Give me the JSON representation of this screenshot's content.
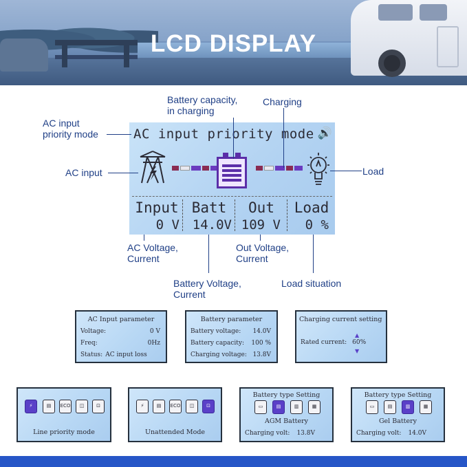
{
  "banner": {
    "title": "LCD DISPLAY"
  },
  "main_lcd": {
    "header": "AC input priority mode",
    "columns": [
      {
        "label": "Input",
        "value": "0 V"
      },
      {
        "label": "Batt",
        "value": "14.0V"
      },
      {
        "label": "Out",
        "value": "109 V"
      },
      {
        "label": "Load",
        "value": "0 %"
      }
    ],
    "colors": {
      "battery": "#5b2ea8",
      "flow_a": "#6a3bbf",
      "flow_b": "#e8e8f0",
      "flow_c": "#8a2c52"
    }
  },
  "callouts": {
    "ac_priority": [
      "AC input",
      "priority mode"
    ],
    "ac_input": "AC input",
    "battery_capacity": [
      "Battery capacity,",
      "in charging"
    ],
    "charging": "Charging",
    "load": "Load",
    "ac_voltage": [
      "AC Voltage,",
      "Current"
    ],
    "battery_voltage": [
      "Battery Voltage,",
      "Current"
    ],
    "out_voltage": [
      "Out Voltage,",
      "Current"
    ],
    "load_situation": "Load situation"
  },
  "screen_ac": {
    "title": "AC Input parameter",
    "rows": [
      {
        "k": "Voltage:",
        "v": "0 V"
      },
      {
        "k": "Freq:",
        "v": "0Hz"
      },
      {
        "k": "Status:",
        "v": "AC input loss"
      }
    ]
  },
  "screen_battery": {
    "title": "Battery parameter",
    "rows": [
      {
        "k": "Battery voltage:",
        "v": "14.0V"
      },
      {
        "k": "Battery capacity:",
        "v": "100 %"
      },
      {
        "k": "Charging voltage:",
        "v": "13.8V"
      }
    ]
  },
  "screen_charging": {
    "title": "Charging current setting",
    "rated_label": "Rated current:",
    "rated_value": "60%"
  },
  "mode_line": {
    "label": "Line priority mode",
    "icons": [
      "tower-icon",
      "battery-icon",
      "eco-icon",
      "solar-icon",
      "ac-icon"
    ],
    "eco": "ECO"
  },
  "mode_unattended": {
    "label": "Unattended Mode",
    "icons": [
      "tower-icon",
      "battery-icon",
      "eco-icon",
      "solar-icon",
      "ac-icon"
    ],
    "eco": "ECO"
  },
  "battery_type_agm": {
    "title": "Battery type Setting",
    "type": "AGM Battery",
    "volt_label": "Charging volt:",
    "volt_value": "13.8V"
  },
  "battery_type_gel": {
    "title": "Battery type Setting",
    "type": "Gel Battery",
    "volt_label": "Charging volt:",
    "volt_value": "14.0V"
  }
}
